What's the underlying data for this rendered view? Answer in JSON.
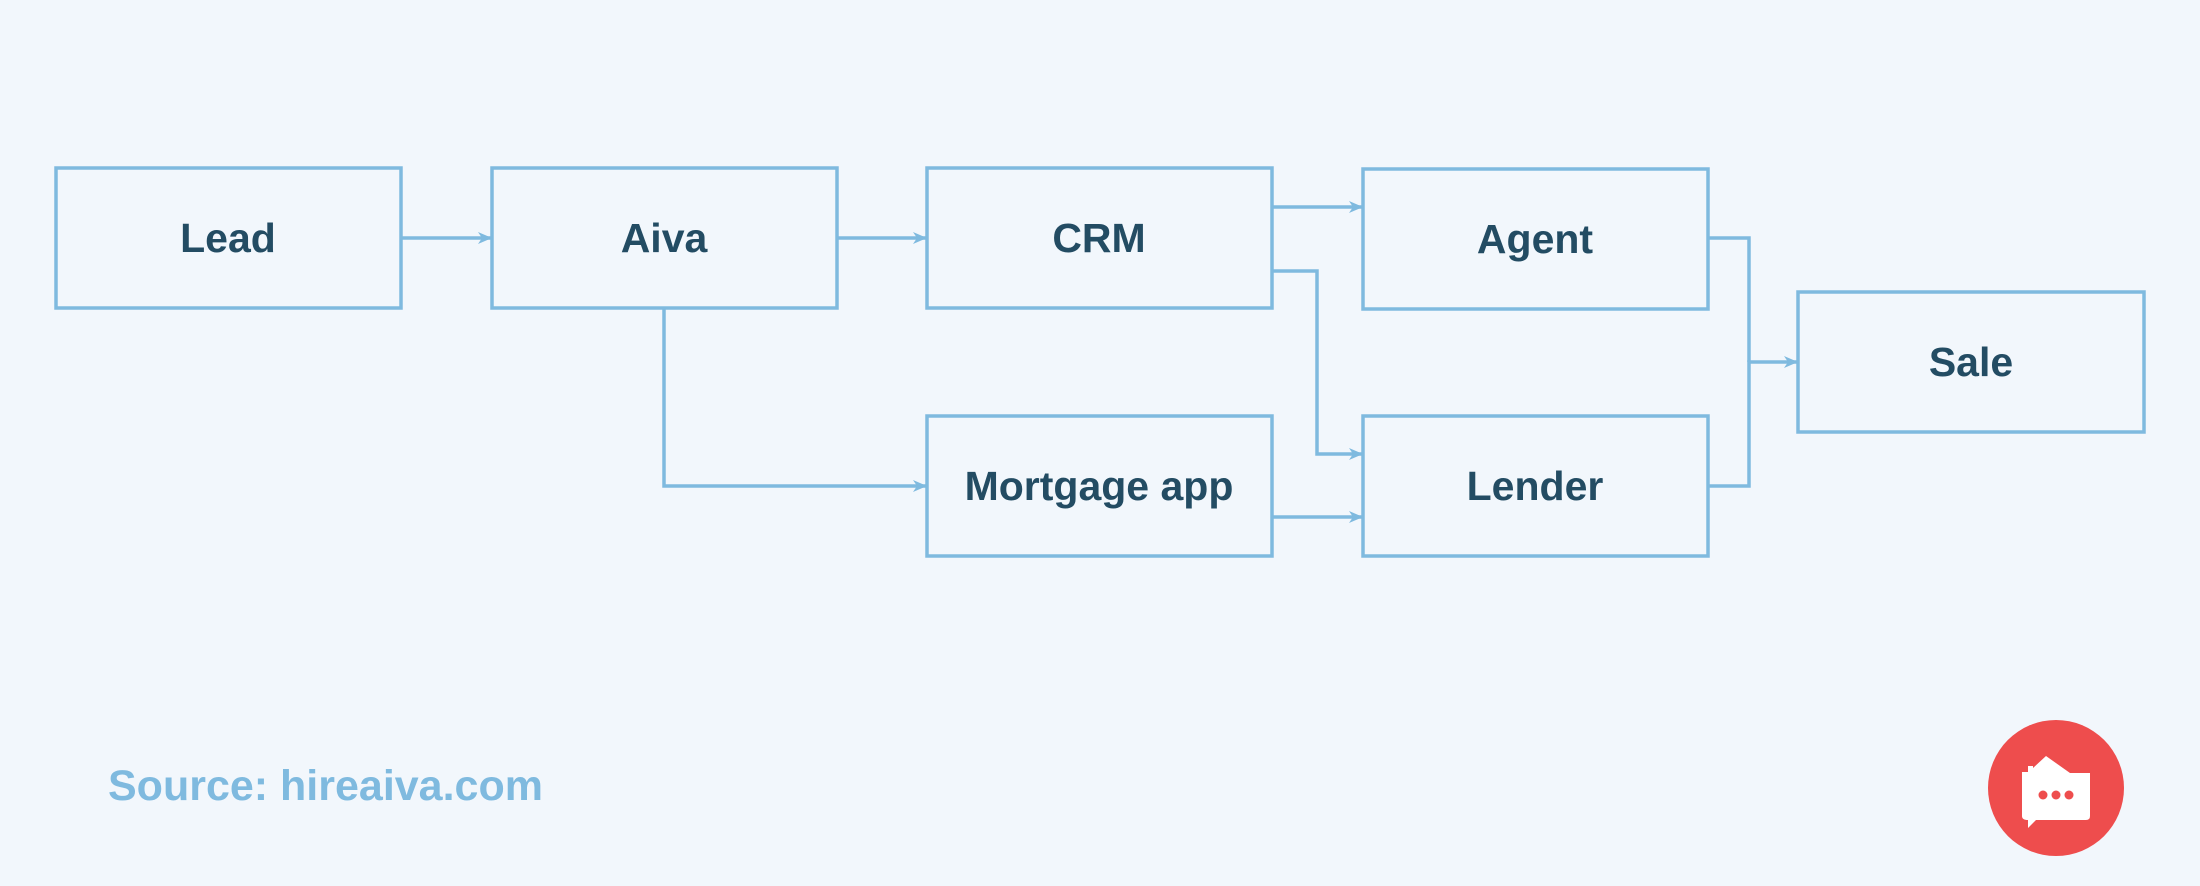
{
  "diagram": {
    "nodes": [
      {
        "id": "lead",
        "label": "Lead"
      },
      {
        "id": "aiva",
        "label": "Aiva"
      },
      {
        "id": "crm",
        "label": "CRM"
      },
      {
        "id": "agent",
        "label": "Agent"
      },
      {
        "id": "sale",
        "label": "Sale"
      },
      {
        "id": "mortgage",
        "label": "Mortgage app"
      },
      {
        "id": "lender",
        "label": "Lender"
      }
    ],
    "edges": [
      {
        "from": "lead",
        "to": "aiva"
      },
      {
        "from": "aiva",
        "to": "crm"
      },
      {
        "from": "aiva",
        "to": "mortgage"
      },
      {
        "from": "crm",
        "to": "agent"
      },
      {
        "from": "crm",
        "to": "lender"
      },
      {
        "from": "mortgage",
        "to": "lender"
      },
      {
        "from": "agent",
        "to": "sale"
      },
      {
        "from": "lender",
        "to": "sale"
      }
    ]
  },
  "footer": {
    "source": "Source: hireaiva.com"
  },
  "logo": {
    "icon": "house-chat-icon"
  },
  "colors": {
    "background": "#f2f7fc",
    "box_stroke": "#7fbadf",
    "label_text": "#234c63",
    "source_text": "#7fbadf",
    "logo_circle": "#ee4d4d"
  }
}
